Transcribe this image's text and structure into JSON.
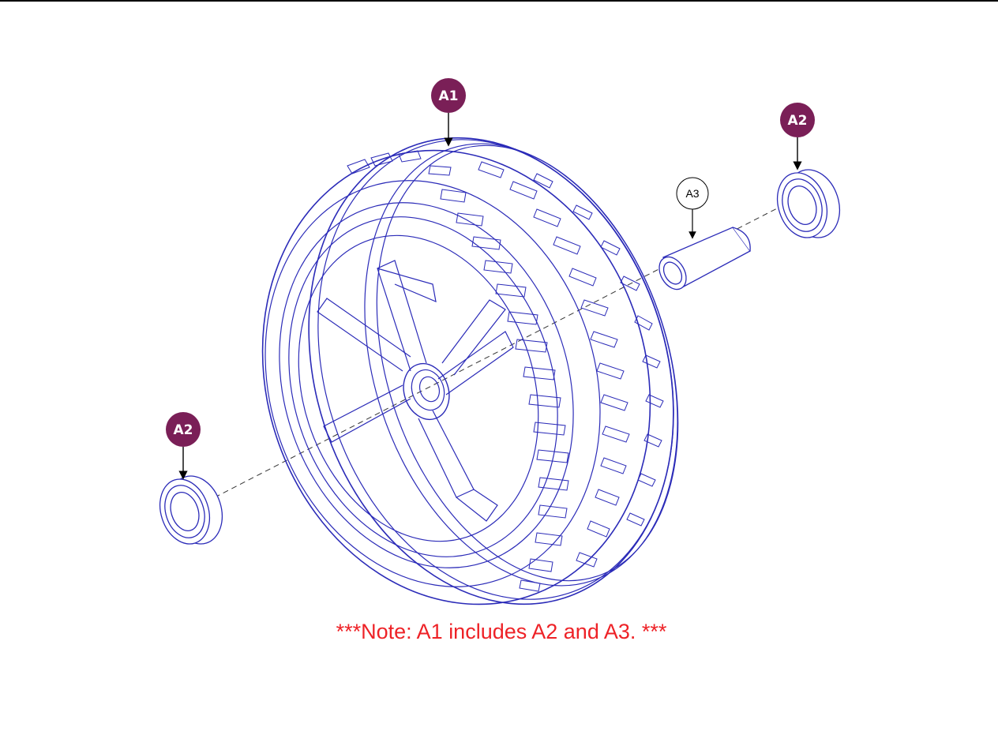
{
  "colors": {
    "line_art": "#2b2bb8",
    "callout_fill": "#7a1f57",
    "note_text": "#ee2227",
    "leader": "#000000"
  },
  "callouts": {
    "wheel": "A1",
    "bearing_right": "A2",
    "bearing_left": "A2",
    "spacer": "A3"
  },
  "note": "***Note: A1 includes A2 and A3. ***"
}
